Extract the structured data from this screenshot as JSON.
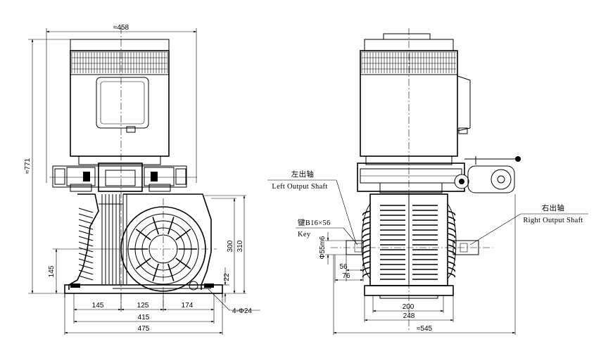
{
  "views": {
    "front": {
      "dims": {
        "width_top": "≈458",
        "height_total": "≈771",
        "h300": "300",
        "h310": "310",
        "h145": "145",
        "h22": "22",
        "w145": "145",
        "w125": "125",
        "w174": "174",
        "w415": "415",
        "w475": "475",
        "holes": "4-Φ24"
      }
    },
    "side": {
      "dims": {
        "shaft_dia": "Φ55m6",
        "d56": "56",
        "d76": "76",
        "w200": "200",
        "w248": "248",
        "w545": "≈545"
      },
      "labels": {
        "left_shaft_cn": "左出轴",
        "left_shaft_en": "Left Output Shaft",
        "right_shaft_cn": "右出轴",
        "right_shaft_en": "Right Output Shaft",
        "key_cn": "键B16×56",
        "key_en": "Key"
      }
    }
  }
}
